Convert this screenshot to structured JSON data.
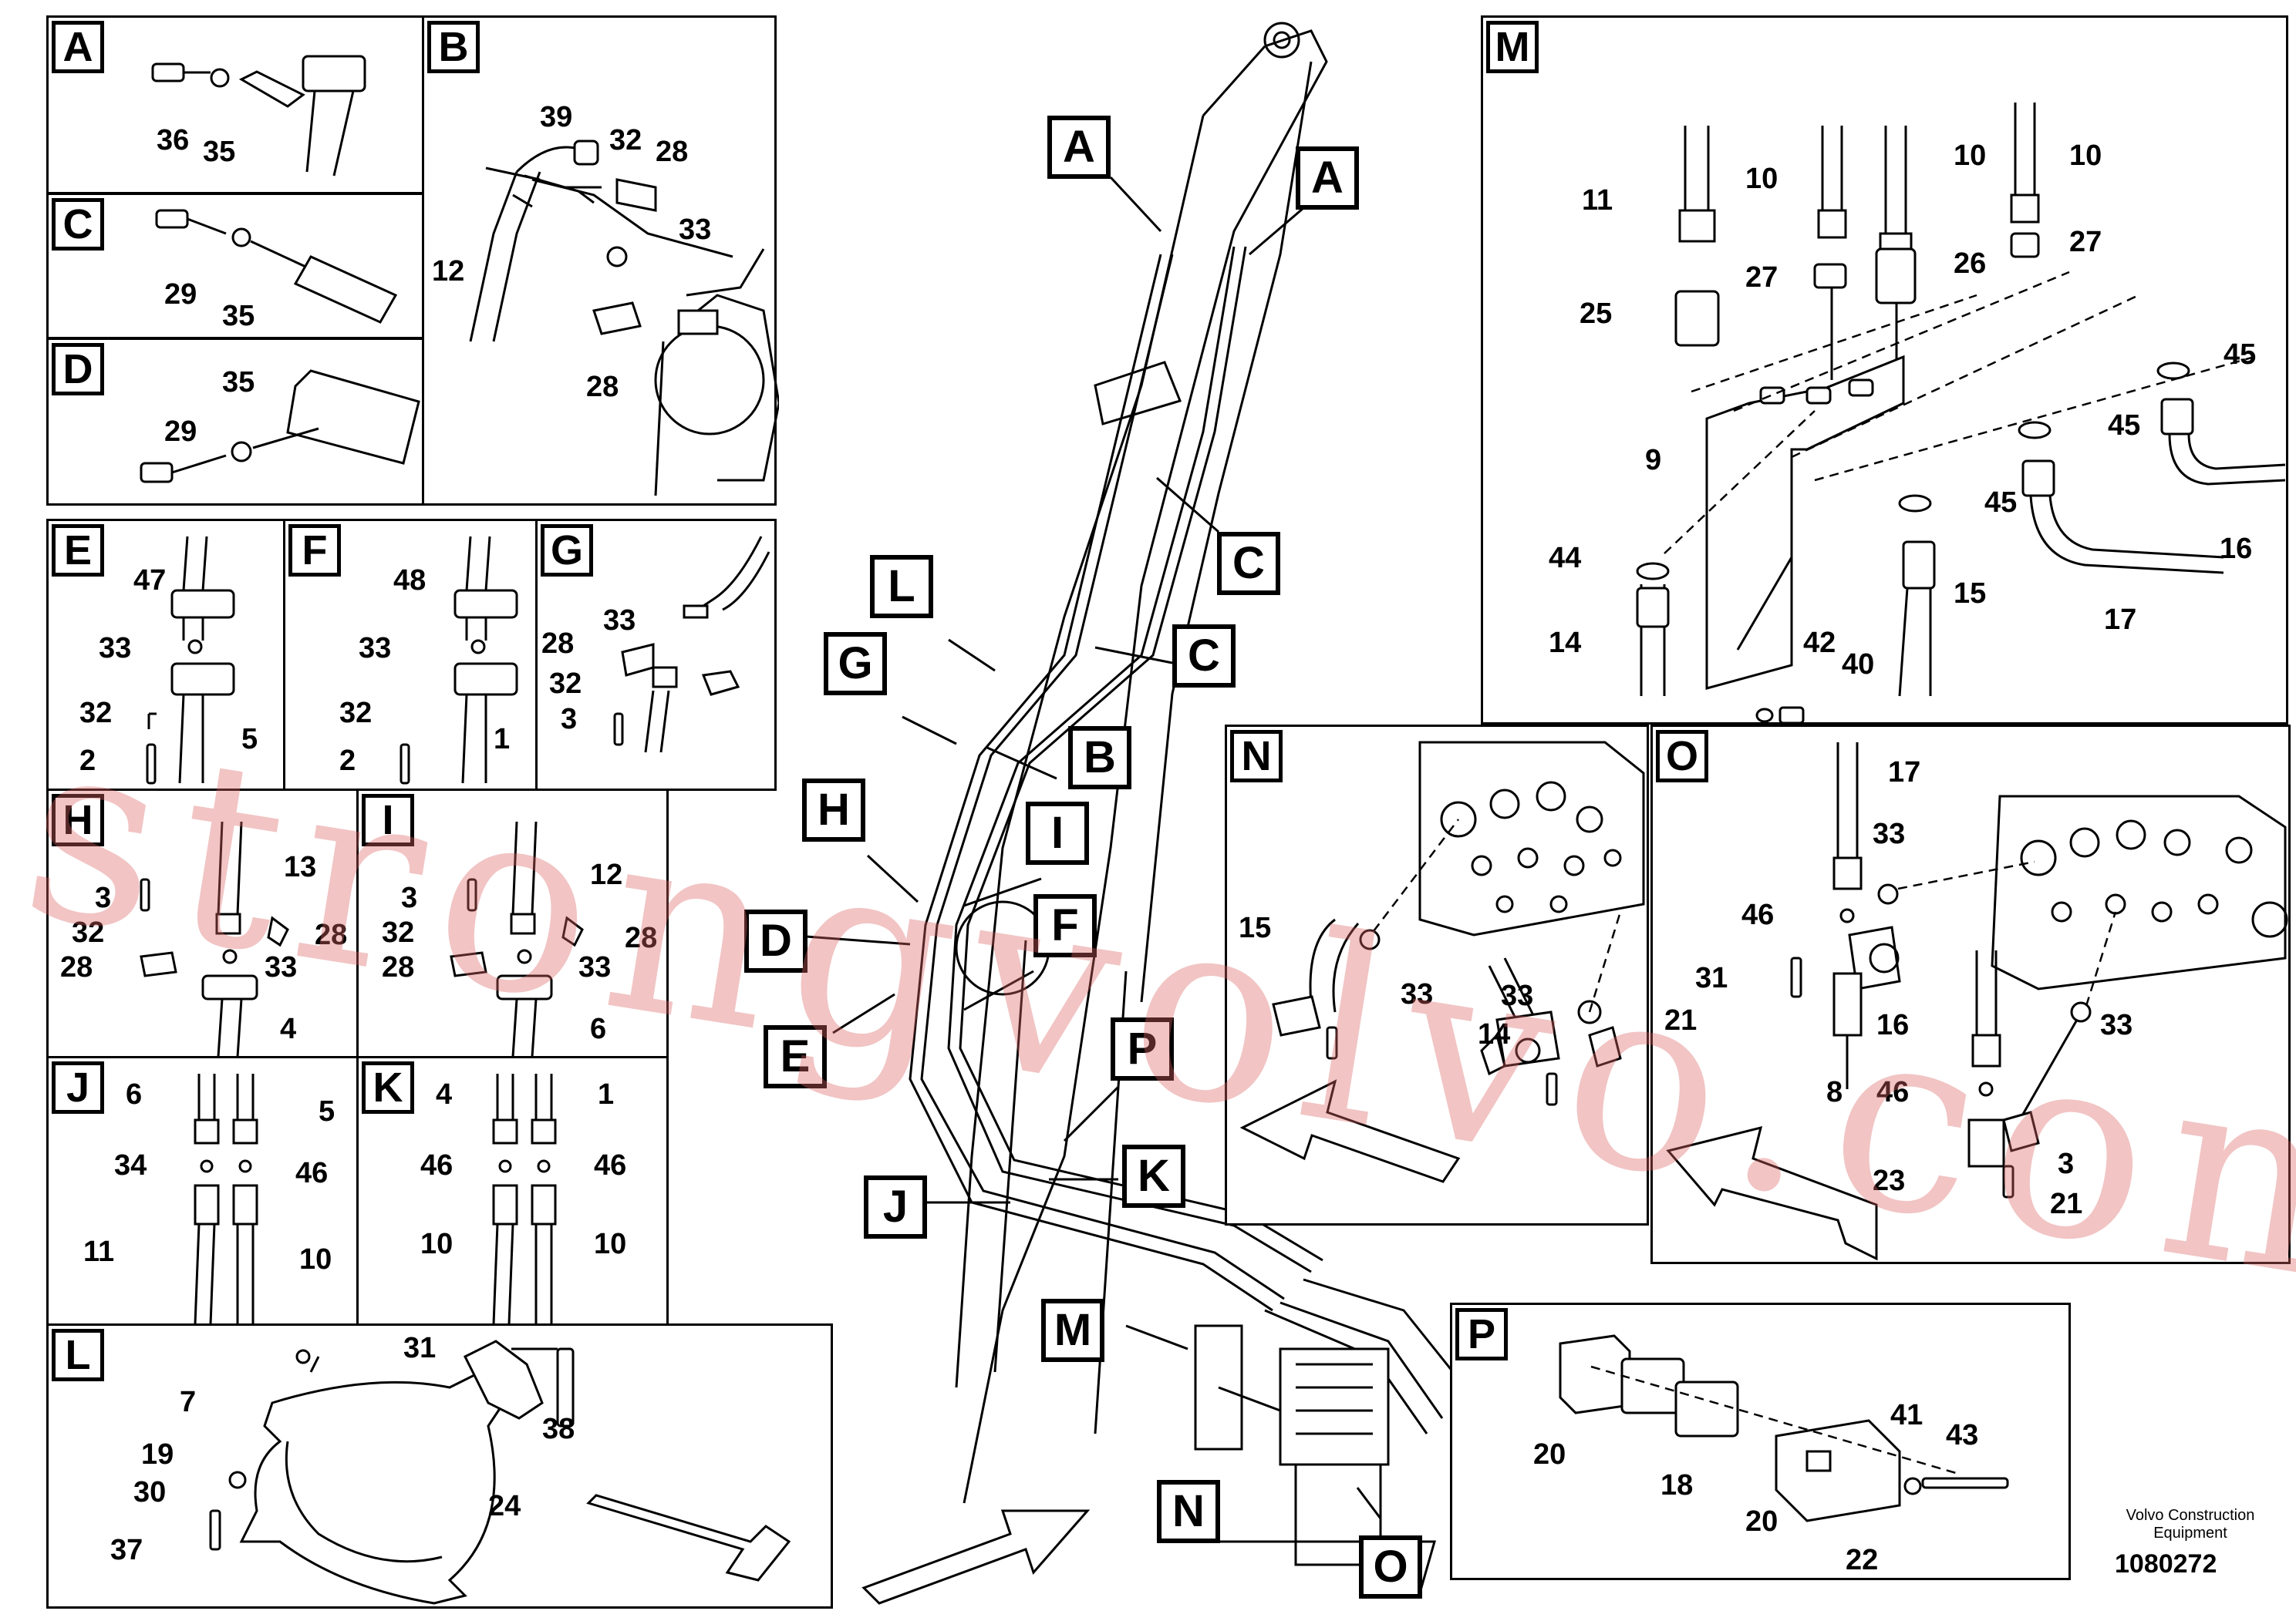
{
  "panels": {
    "A": {
      "letter": "A",
      "labels": [
        "36",
        "35"
      ]
    },
    "B": {
      "letter": "B",
      "labels": [
        "39",
        "32",
        "28",
        "12",
        "33",
        "28"
      ]
    },
    "C": {
      "letter": "C",
      "labels": [
        "29",
        "35"
      ]
    },
    "D": {
      "letter": "D",
      "labels": [
        "29",
        "35"
      ]
    },
    "E": {
      "letter": "E",
      "labels": [
        "47",
        "33",
        "32",
        "2",
        "5"
      ]
    },
    "F": {
      "letter": "F",
      "labels": [
        "48",
        "33",
        "32",
        "2",
        "1"
      ]
    },
    "G": {
      "letter": "G",
      "labels": [
        "33",
        "28",
        "32",
        "3"
      ]
    },
    "H": {
      "letter": "H",
      "labels": [
        "3",
        "13",
        "32",
        "28",
        "28",
        "33",
        "4"
      ]
    },
    "I": {
      "letter": "I",
      "labels": [
        "3",
        "12",
        "32",
        "28",
        "28",
        "33",
        "6"
      ]
    },
    "J": {
      "letter": "J",
      "labels": [
        "6",
        "5",
        "34",
        "46",
        "11",
        "10"
      ]
    },
    "K": {
      "letter": "K",
      "labels": [
        "4",
        "1",
        "46",
        "46",
        "10",
        "10"
      ]
    },
    "L": {
      "letter": "L",
      "labels": [
        "31",
        "7",
        "38",
        "19",
        "30",
        "24",
        "37"
      ]
    },
    "M": {
      "letter": "M",
      "labels": [
        "11",
        "10",
        "10",
        "10",
        "27",
        "26",
        "27",
        "25",
        "45",
        "9",
        "45",
        "45",
        "44",
        "16",
        "15",
        "17",
        "14",
        "42",
        "40"
      ]
    },
    "N": {
      "letter": "N",
      "labels": [
        "15",
        "33",
        "33",
        "14"
      ]
    },
    "O": {
      "letter": "O",
      "labels": [
        "17",
        "33",
        "46",
        "31",
        "21",
        "16",
        "33",
        "8",
        "46",
        "23",
        "3",
        "21"
      ]
    },
    "P": {
      "letter": "P",
      "labels": [
        "41",
        "43",
        "20",
        "18",
        "20",
        "22"
      ]
    }
  },
  "main_callouts": [
    "A",
    "A",
    "C",
    "L",
    "C",
    "G",
    "B",
    "H",
    "I",
    "D",
    "F",
    "E",
    "P",
    "K",
    "J",
    "M",
    "N",
    "O"
  ],
  "footer": {
    "label": "Volvo Construction Equipment",
    "code": "1080272"
  },
  "watermark": "strongvolvo.com",
  "colors": {
    "line": "#000000",
    "background": "#ffffff",
    "watermark": "#dc6464"
  }
}
